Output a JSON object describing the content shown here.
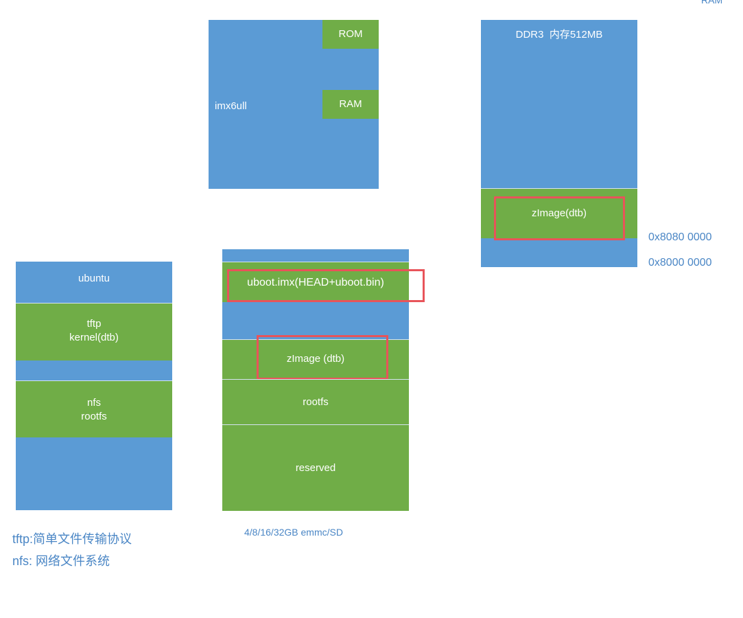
{
  "corner_label": "RAM",
  "chip": {
    "name": "imx6ull",
    "rom": "ROM",
    "ram": "RAM"
  },
  "ddr": {
    "title": "DDR3  内存512MB",
    "zimage": "zImage(dtb)",
    "addr_zimage": "0x8080 0000",
    "addr_base": "0x8000 0000"
  },
  "ubuntu": {
    "title": "ubuntu",
    "tftp": "tftp\nkernel(dtb)",
    "nfs": "nfs\nrootfs"
  },
  "emmc": {
    "uboot": "uboot.imx(HEAD+uboot.bin)",
    "zimage": "zImage (dtb)",
    "rootfs": "rootfs",
    "reserved": "reserved",
    "caption": "4/8/16/32GB emmc/SD"
  },
  "notes": {
    "tftp": "tftp:简单文件传输协议",
    "nfs": "nfs: 网络文件系统"
  },
  "colors": {
    "blue": "#5b9bd5",
    "green": "#70ad47",
    "highlight": "#e8545a",
    "text_blue": "#4a86c5"
  }
}
